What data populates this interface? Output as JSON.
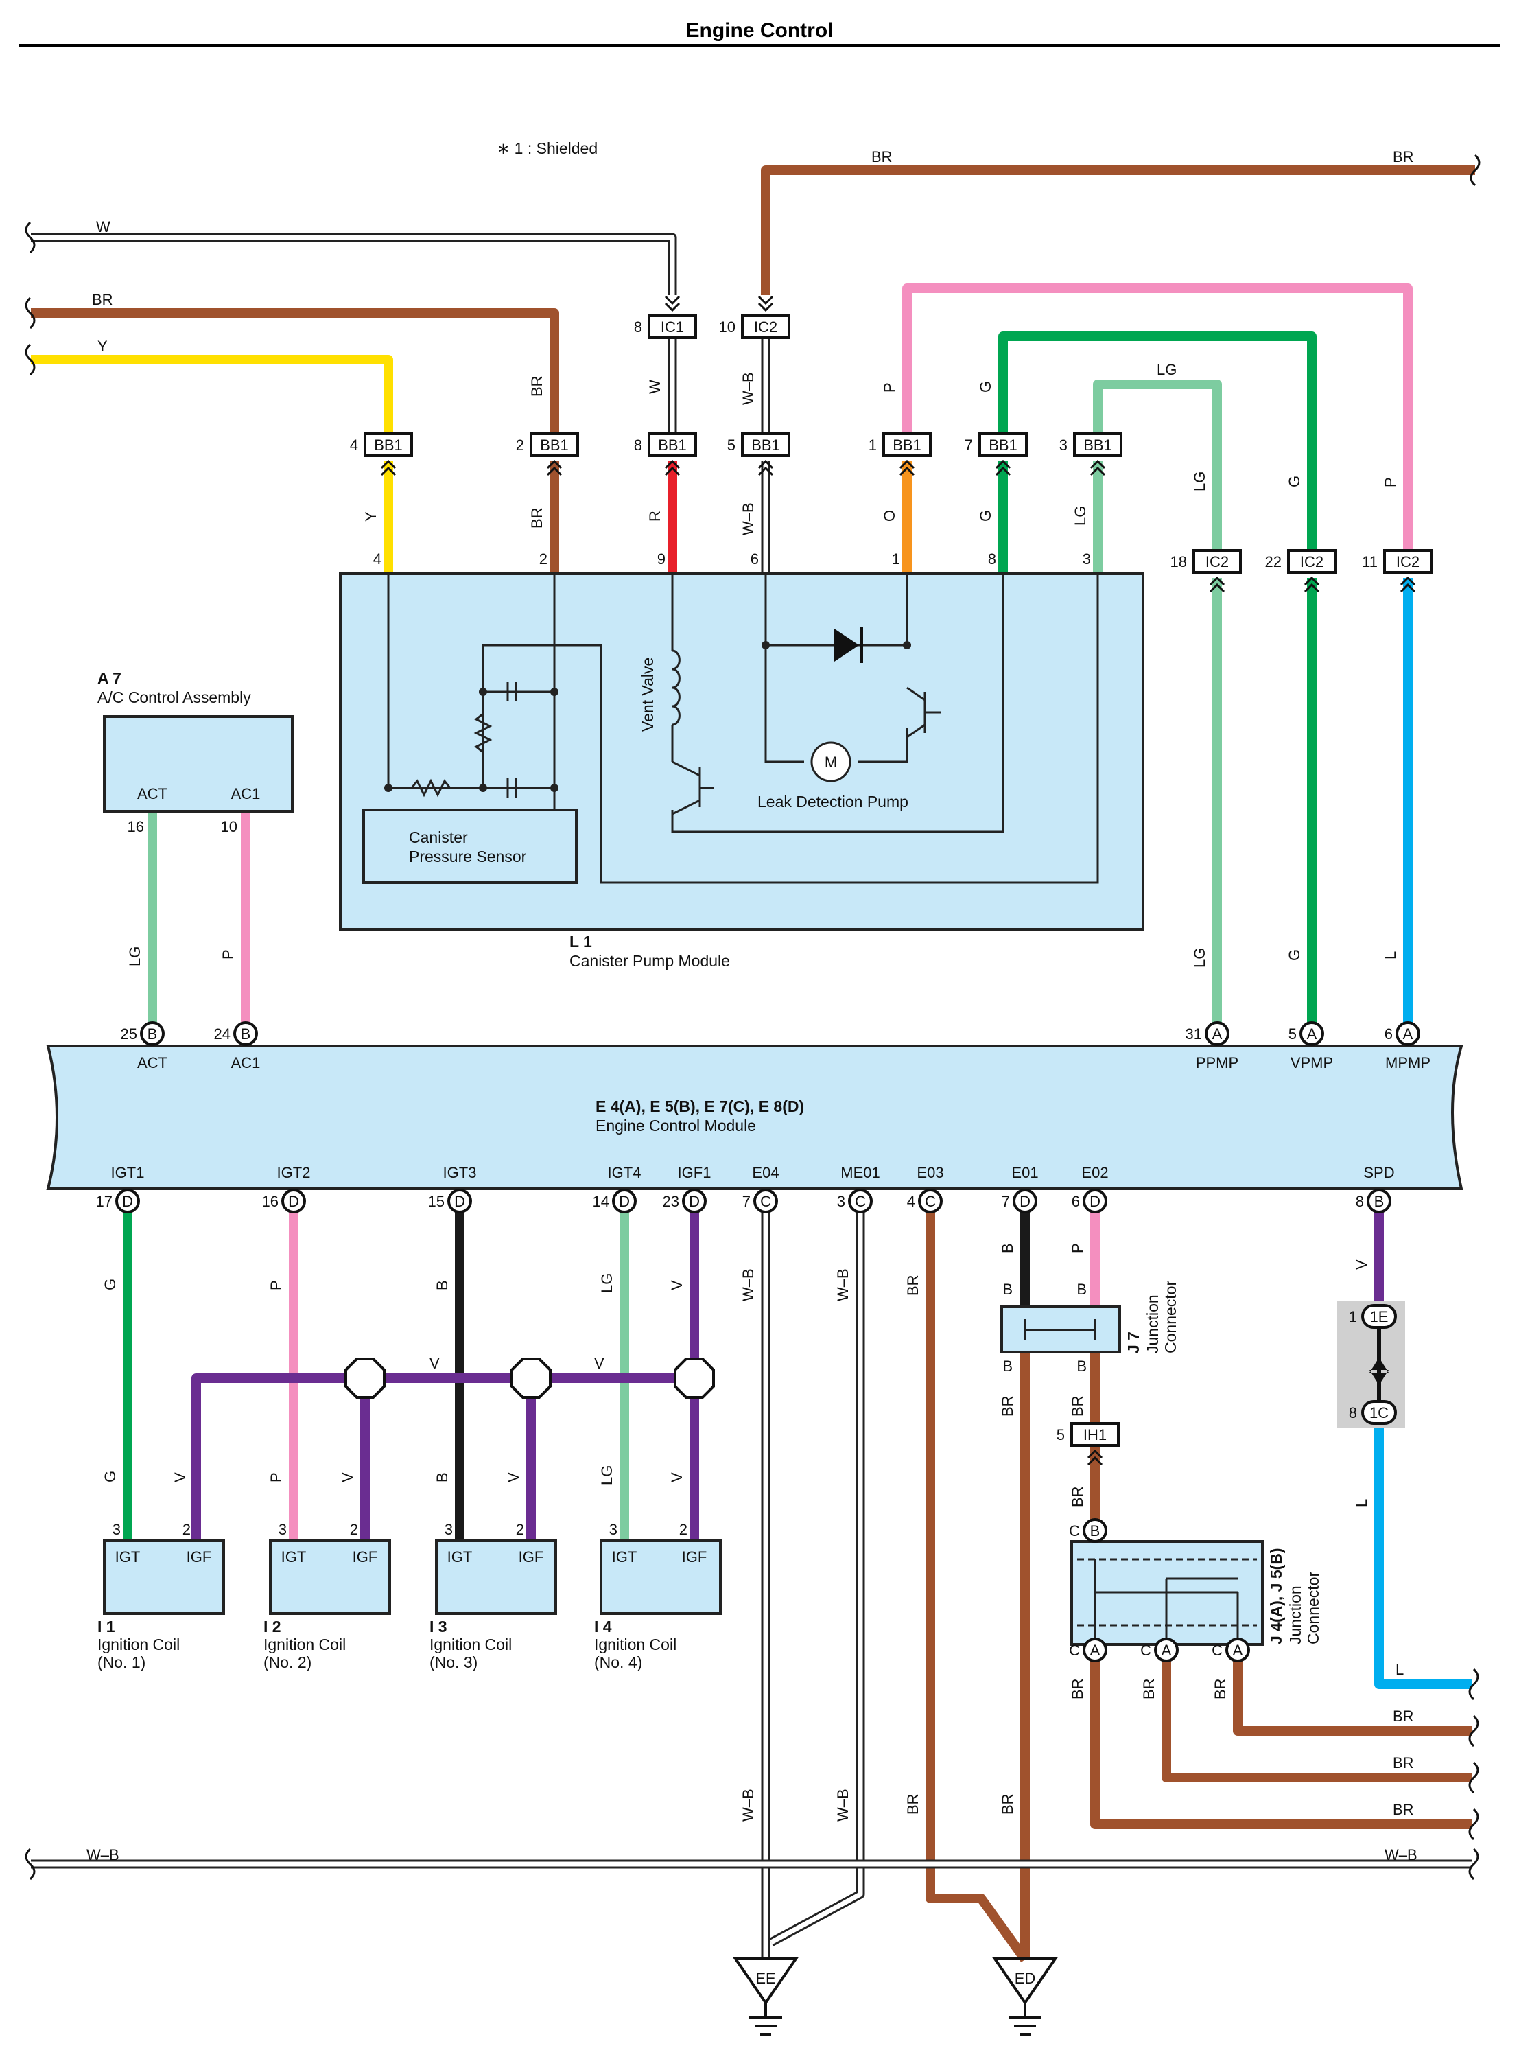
{
  "title": "Engine Control",
  "note": "∗ 1 : Shielded",
  "colors": {
    "BR": "#a0522d",
    "Y": "#ffe000",
    "W": "#ffffff",
    "R": "#e8202a",
    "O": "#f7941d",
    "G": "#00a651",
    "LG": "#7dcca0",
    "P": "#f48fbf",
    "L": "#00aeef",
    "V": "#6a2d91",
    "B": "#1a1a1a",
    "WB": "#ffffff",
    "module_fill": "#c8e8f8"
  },
  "wire_codes": {
    "br": "BR",
    "y": "Y",
    "w": "W",
    "r": "R",
    "o": "O",
    "g": "G",
    "lg": "LG",
    "p": "P",
    "l": "L",
    "v": "V",
    "b": "B",
    "wb": "W–B"
  },
  "connectors": {
    "ic1": "IC1",
    "ic2": "IC2",
    "bb1": "BB1",
    "ih1": "IH1",
    "e1": "1E",
    "c1": "1C",
    "a": "A",
    "b": "B",
    "c": "C",
    "d": "D"
  },
  "pins": {
    "p1": "1",
    "p2": "2",
    "p3": "3",
    "p4": "4",
    "p5": "5",
    "p6": "6",
    "p7": "7",
    "p8": "8",
    "p9": "9",
    "p10": "10",
    "p11": "11",
    "p14": "14",
    "p15": "15",
    "p16": "16",
    "p17": "17",
    "p18": "18",
    "p22": "22",
    "p23": "23",
    "p24": "24",
    "p25": "25",
    "p31": "31"
  },
  "components": {
    "a7_code": "A 7",
    "a7_name": "A/C Control Assembly",
    "a7_act": "ACT",
    "a7_ac1": "AC1",
    "l1_code": "L 1",
    "l1_name": "Canister Pump Module",
    "vent_valve": "Vent Valve",
    "leak_pump": "Leak Detection Pump",
    "motor": "M",
    "canister_sensor_1": "Canister",
    "canister_sensor_2": "Pressure Sensor",
    "ecm_code": "E 4(A), E 5(B), E 7(C), E 8(D)",
    "ecm_name": "Engine Control Module",
    "j7_code": "J 7",
    "j7_name_1": "Junction",
    "j7_name_2": "Connector",
    "j45_code": "J 4(A), J 5(B)",
    "j45_name_1": "Junction",
    "j45_name_2": "Connector",
    "coil_code_1": "I 1",
    "coil_code_2": "I 2",
    "coil_code_3": "I 3",
    "coil_code_4": "I 4",
    "coil_name": "Ignition Coil",
    "coil_no_1": "(No. 1)",
    "coil_no_2": "(No. 2)",
    "coil_no_3": "(No. 3)",
    "coil_no_4": "(No. 4)",
    "igt": "IGT",
    "igf": "IGF"
  },
  "ecm_terminals": {
    "act": "ACT",
    "ac1": "AC1",
    "ppmp": "PPMP",
    "vpmp": "VPMP",
    "mpmp": "MPMP",
    "igt1": "IGT1",
    "igt2": "IGT2",
    "igt3": "IGT3",
    "igt4": "IGT4",
    "igf1": "IGF1",
    "e04": "E04",
    "me01": "ME01",
    "e03": "E03",
    "e01": "E01",
    "e02": "E02",
    "spd": "SPD"
  },
  "grounds": {
    "ee": "EE",
    "ed": "ED"
  }
}
